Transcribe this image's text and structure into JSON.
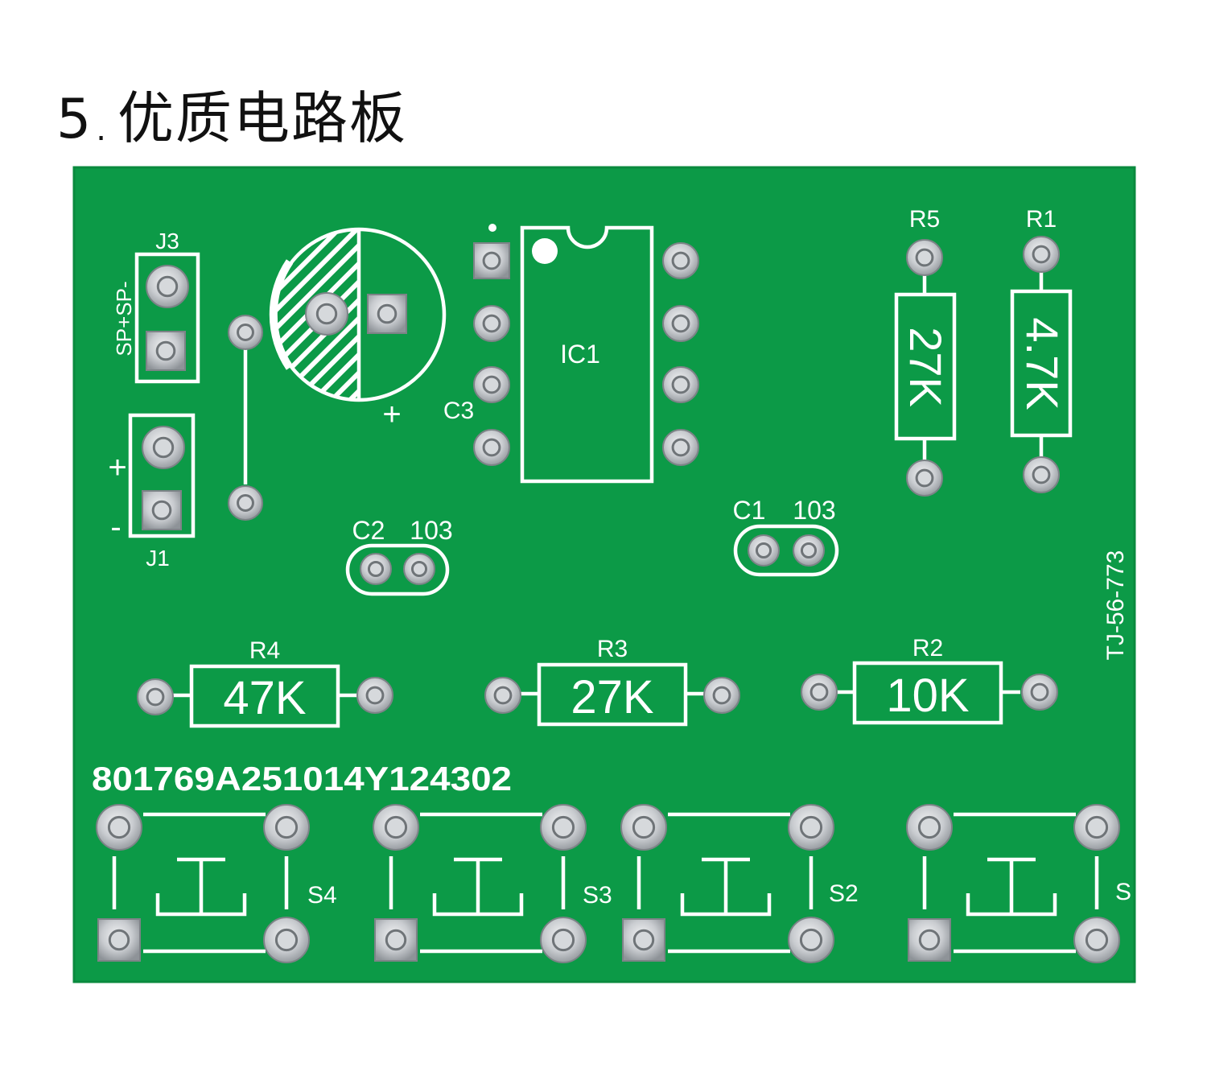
{
  "heading": {
    "number": "5",
    "separator": ".",
    "text": "优质电路板"
  },
  "board": {
    "color": "#0c9a47",
    "silkscreen_color": "#ffffff",
    "pad_color": "#c8cbce",
    "batch_code": "801769A251014Y124302",
    "board_id": "TJ-56-773",
    "connectors": {
      "j3": {
        "ref": "J3",
        "pin_labels": "SP+SP-"
      },
      "j1": {
        "ref": "J1",
        "plus": "+",
        "minus": "-"
      }
    },
    "capacitor_c3": {
      "ref": "C3",
      "polarity": "+"
    },
    "ic": {
      "ref": "IC1"
    },
    "ceramic_caps": [
      {
        "ref": "C2",
        "value": "103"
      },
      {
        "ref": "C1",
        "value": "103"
      }
    ],
    "vertical_resistors": [
      {
        "ref": "R5",
        "value": "27K"
      },
      {
        "ref": "R1",
        "value": "4.7K"
      }
    ],
    "horizontal_resistors": [
      {
        "ref": "R4",
        "value": "47K"
      },
      {
        "ref": "R3",
        "value": "27K"
      },
      {
        "ref": "R2",
        "value": "10K"
      }
    ],
    "switches": [
      {
        "ref": "S4"
      },
      {
        "ref": "S3"
      },
      {
        "ref": "S2"
      },
      {
        "ref": "S"
      }
    ]
  }
}
